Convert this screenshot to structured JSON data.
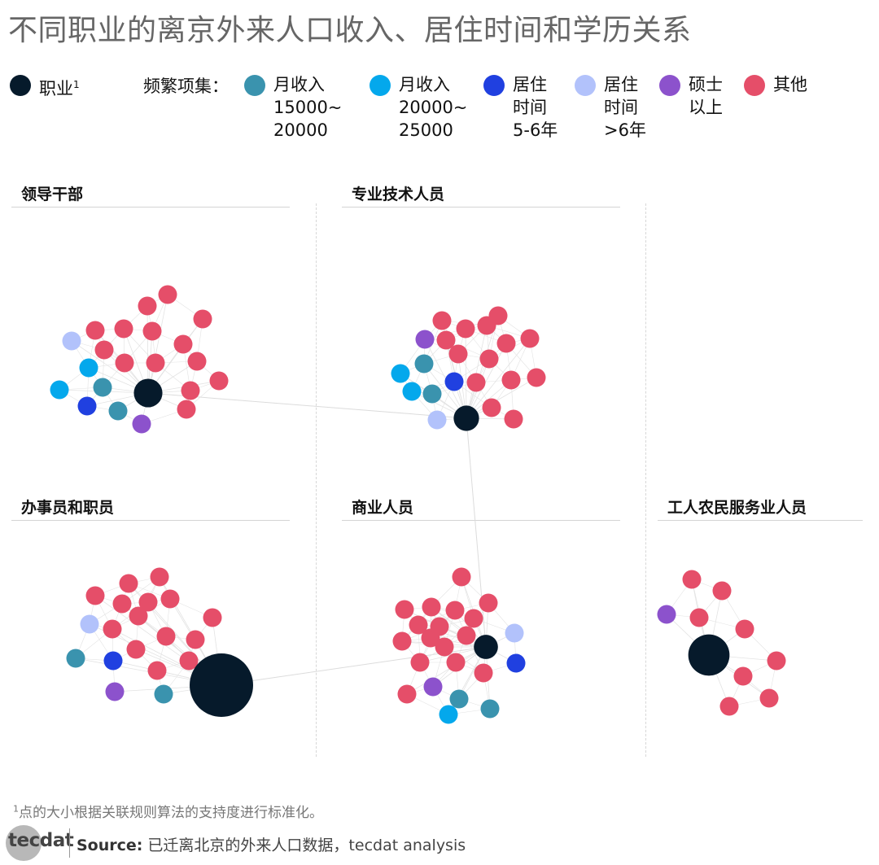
{
  "title": "不同职业的离京外来人口收入、居住时间和学历关系",
  "legend": {
    "occupation": {
      "label": "职业",
      "marker": "1",
      "color": "#061a2b"
    },
    "prefix": "频繁项集：",
    "items": [
      {
        "lines": [
          "月收入",
          "15000~",
          "20000"
        ],
        "color": "#3a93ae"
      },
      {
        "lines": [
          "月收入",
          "20000~",
          "25000"
        ],
        "color": "#04a8ec"
      },
      {
        "lines": [
          "居住",
          "时间",
          "5-6年"
        ],
        "color": "#2040e0"
      },
      {
        "lines": [
          "居住",
          "时间",
          ">6年"
        ],
        "color": "#b2c2fb"
      },
      {
        "lines": [
          "硕士",
          "以上"
        ],
        "color": "#8c52cc"
      },
      {
        "lines": [
          "其他"
        ],
        "color": "#e54e69"
      }
    ]
  },
  "panels": [
    {
      "title": "领导干部"
    },
    {
      "title": "专业技术人员"
    },
    {
      "title": "办事员和职员"
    },
    {
      "title": "商业人员"
    },
    {
      "title": "工人农民服务业人员"
    }
  ],
  "footnote": {
    "marker": "1",
    "text": "点的大小根据关联规则算法的支持度进行标准化。"
  },
  "source": {
    "logo": "tecdat",
    "label": "Source:",
    "text": " 已迁离北京的外来人口数据，tecdat analysis"
  },
  "colors": {
    "occupation": "#061a2b",
    "edge": "#e3e3e3",
    "separator": "#d7d7d7"
  },
  "chart_data": {
    "type": "network",
    "node_types": [
      "职业",
      "月收入15000~20000",
      "月收入20000~25000",
      "居住时间5-6年",
      "居住时间>6年",
      "硕士以上",
      "其他"
    ],
    "clusters": [
      {
        "title": "领导干部",
        "occupation_support": 0.45,
        "counts": {
          "月收入15000~20000": 2,
          "月收入20000~25000": 2,
          "居住时间5-6年": 1,
          "居住时间>6年": 1,
          "硕士以上": 1,
          "其他": 14
        }
      },
      {
        "title": "专业技术人员",
        "occupation_support": 0.4,
        "counts": {
          "月收入15000~20000": 2,
          "月收入20000~25000": 2,
          "居住时间5-6年": 1,
          "居住时间>6年": 1,
          "硕士以上": 1,
          "其他": 14
        }
      },
      {
        "title": "办事员和职员",
        "occupation_support": 1.0,
        "counts": {
          "月收入15000~20000": 2,
          "居住时间5-6年": 1,
          "居住时间>6年": 1,
          "硕士以上": 1,
          "其他": 14
        }
      },
      {
        "title": "商业人员",
        "occupation_support": 0.38,
        "counts": {
          "月收入15000~20000": 2,
          "月收入20000~25000": 1,
          "居住时间5-6年": 1,
          "居住时间>6年": 1,
          "硕士以上": 1,
          "其他": 16
        }
      },
      {
        "title": "工人农民服务业人员",
        "occupation_support": 0.65,
        "counts": {
          "硕士以上": 1,
          "其他": 8
        }
      }
    ],
    "inter_cluster_links": [
      [
        "领导干部",
        "专业技术人员"
      ],
      [
        "专业技术人员",
        "商业人员"
      ],
      [
        "办事员和职员",
        "商业人员"
      ]
    ]
  }
}
